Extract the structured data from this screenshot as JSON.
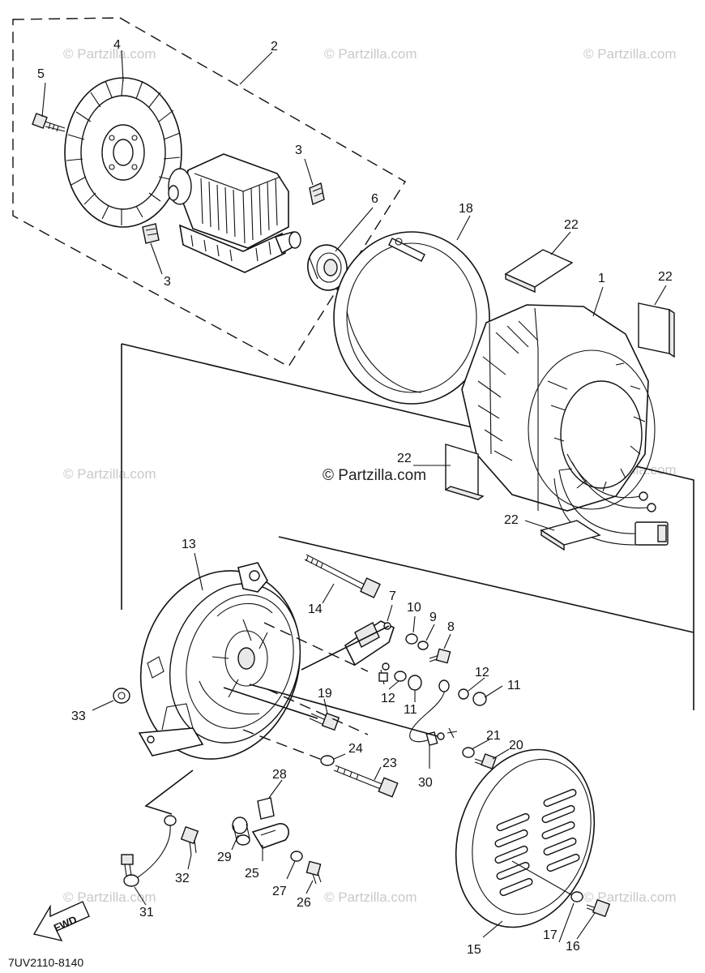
{
  "diagram_code": "7UV2110-8140",
  "fwd_label": "FWD",
  "watermark": "© Partzilla.com",
  "callouts": [
    {
      "id": "c1",
      "label": "1"
    },
    {
      "id": "c2",
      "label": "2"
    },
    {
      "id": "c3a",
      "label": "3"
    },
    {
      "id": "c3b",
      "label": "3"
    },
    {
      "id": "c4",
      "label": "4"
    },
    {
      "id": "c5",
      "label": "5"
    },
    {
      "id": "c6",
      "label": "6"
    },
    {
      "id": "c7",
      "label": "7"
    },
    {
      "id": "c8",
      "label": "8"
    },
    {
      "id": "c9",
      "label": "9"
    },
    {
      "id": "c10",
      "label": "10"
    },
    {
      "id": "c11a",
      "label": "11"
    },
    {
      "id": "c11b",
      "label": "11"
    },
    {
      "id": "c12a",
      "label": "12"
    },
    {
      "id": "c12b",
      "label": "12"
    },
    {
      "id": "c13",
      "label": "13"
    },
    {
      "id": "c14",
      "label": "14"
    },
    {
      "id": "c15",
      "label": "15"
    },
    {
      "id": "c16",
      "label": "16"
    },
    {
      "id": "c17",
      "label": "17"
    },
    {
      "id": "c18",
      "label": "18"
    },
    {
      "id": "c19",
      "label": "19"
    },
    {
      "id": "c20",
      "label": "20"
    },
    {
      "id": "c21",
      "label": "21"
    },
    {
      "id": "c22a",
      "label": "22"
    },
    {
      "id": "c22b",
      "label": "22"
    },
    {
      "id": "c22c",
      "label": "22"
    },
    {
      "id": "c22d",
      "label": "22"
    },
    {
      "id": "c23",
      "label": "23"
    },
    {
      "id": "c24",
      "label": "24"
    },
    {
      "id": "c25",
      "label": "25"
    },
    {
      "id": "c26",
      "label": "26"
    },
    {
      "id": "c27",
      "label": "27"
    },
    {
      "id": "c28",
      "label": "28"
    },
    {
      "id": "c29",
      "label": "29"
    },
    {
      "id": "c30",
      "label": "30"
    },
    {
      "id": "c31",
      "label": "31"
    },
    {
      "id": "c32",
      "label": "32"
    },
    {
      "id": "c33",
      "label": "33"
    }
  ]
}
